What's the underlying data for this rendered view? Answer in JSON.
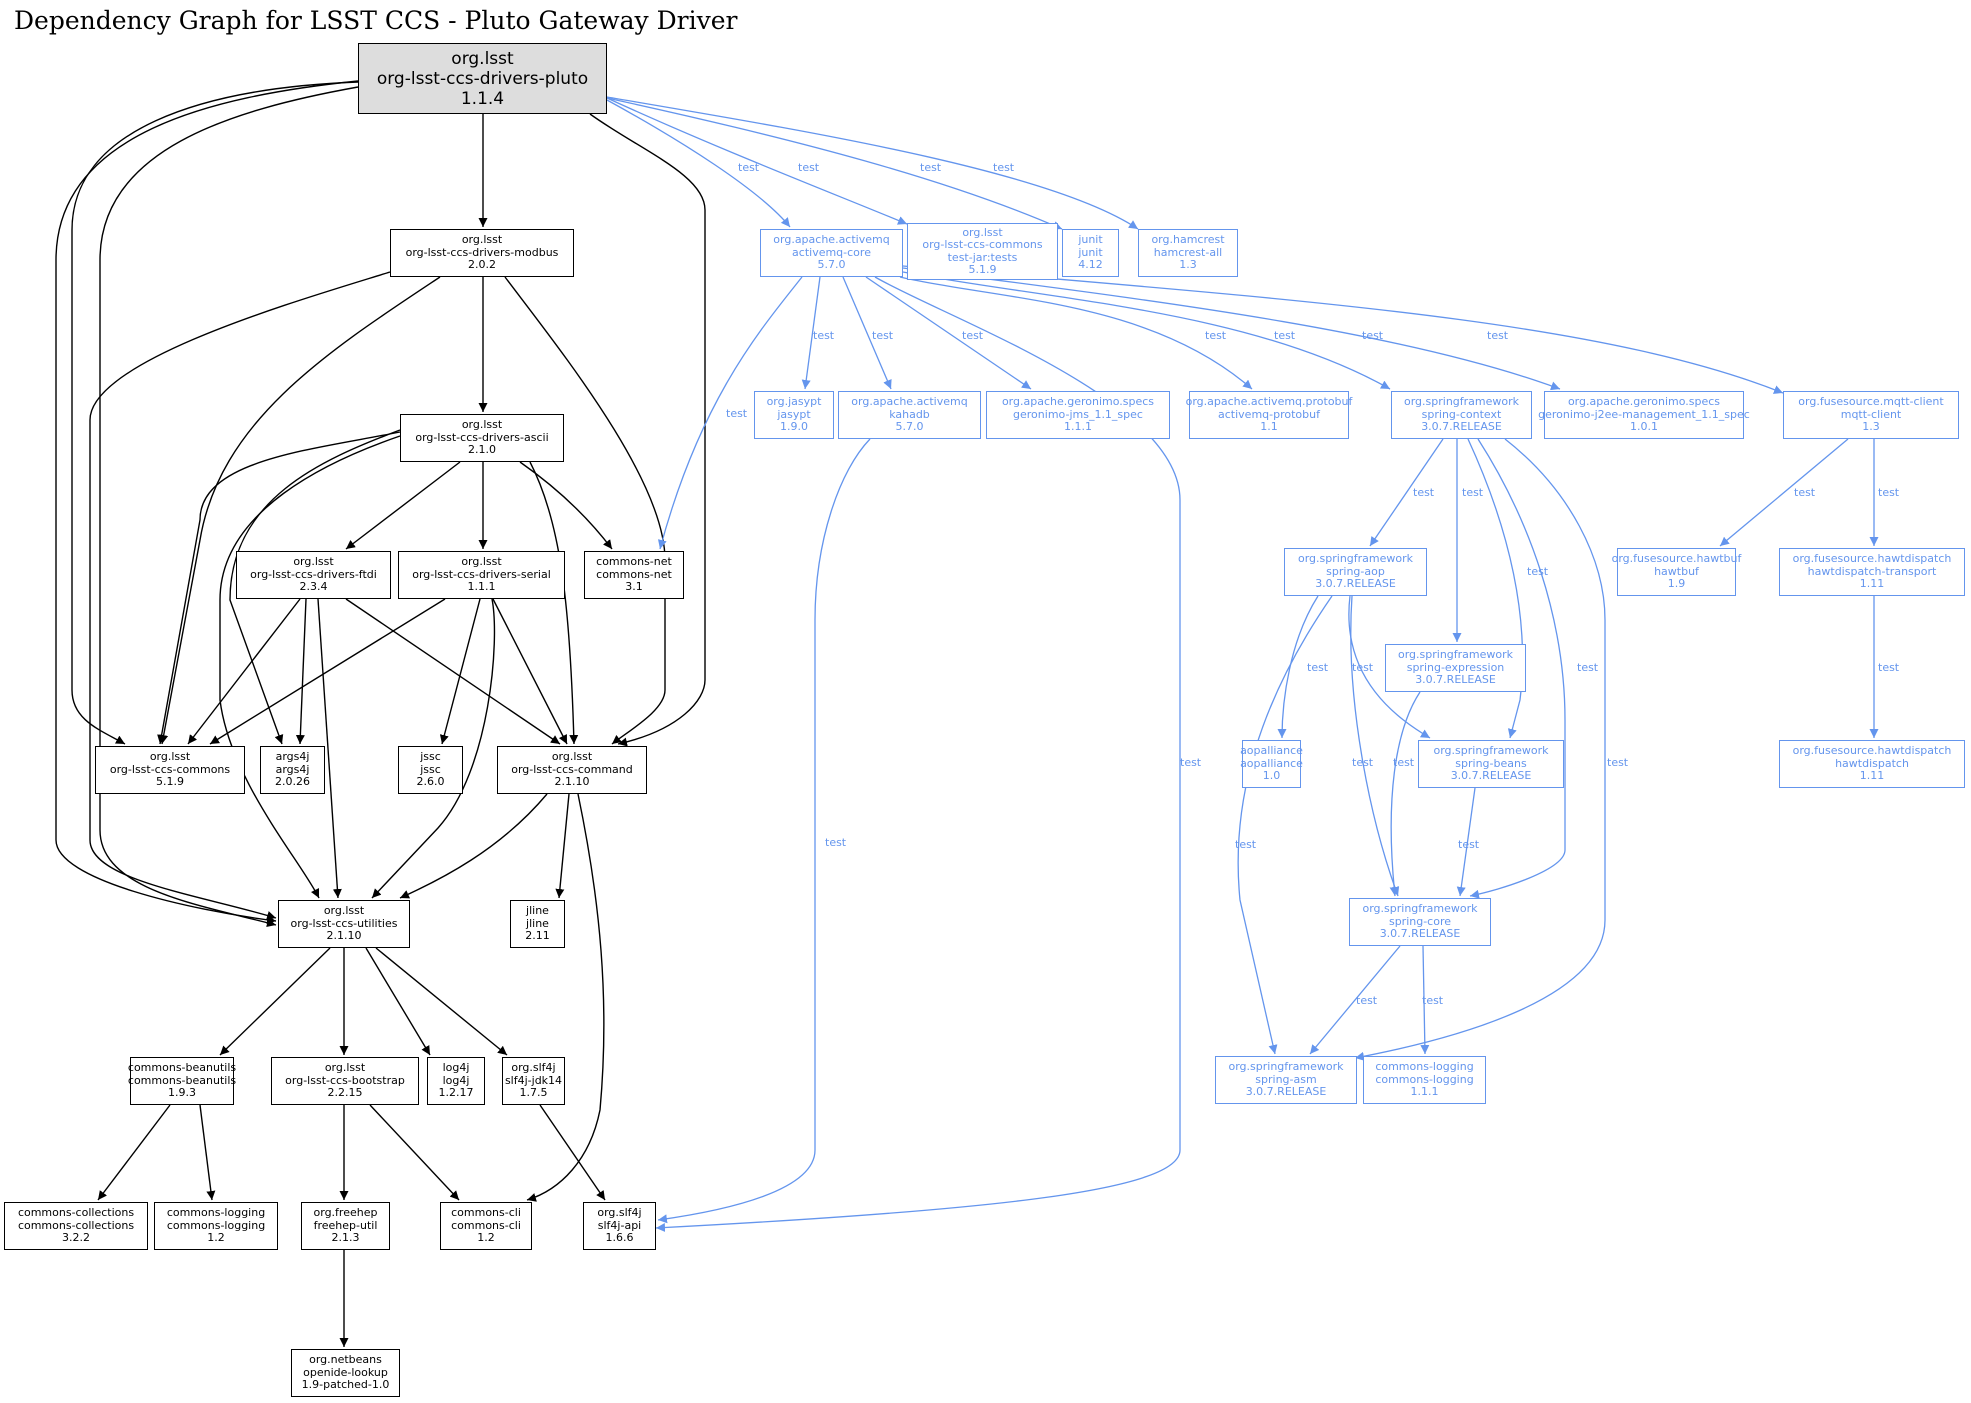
{
  "title": "Dependency Graph for LSST CCS - Pluto Gateway Driver",
  "colors": {
    "compile_edge": "#000000",
    "test_edge": "#6495ed",
    "root_fill": "#dddddd",
    "node_fill": "#ffffff"
  },
  "nodes": [
    {
      "id": "pluto",
      "group": "org.lsst",
      "artifact": "org-lsst-ccs-drivers-pluto",
      "version": "1.1.4",
      "scope": "root"
    },
    {
      "id": "modbus",
      "group": "org.lsst",
      "artifact": "org-lsst-ccs-drivers-modbus",
      "version": "2.0.2",
      "scope": "compile"
    },
    {
      "id": "ascii",
      "group": "org.lsst",
      "artifact": "org-lsst-ccs-drivers-ascii",
      "version": "2.1.0",
      "scope": "compile"
    },
    {
      "id": "ftdi",
      "group": "org.lsst",
      "artifact": "org-lsst-ccs-drivers-ftdi",
      "version": "2.3.4",
      "scope": "compile"
    },
    {
      "id": "serial",
      "group": "org.lsst",
      "artifact": "org-lsst-ccs-drivers-serial",
      "version": "1.1.1",
      "scope": "compile"
    },
    {
      "id": "commonsnet",
      "group": "commons-net",
      "artifact": "commons-net",
      "version": "3.1",
      "scope": "compile"
    },
    {
      "id": "ccscommons",
      "group": "org.lsst",
      "artifact": "org-lsst-ccs-commons",
      "version": "5.1.9",
      "scope": "compile"
    },
    {
      "id": "args4j",
      "group": "args4j",
      "artifact": "args4j",
      "version": "2.0.26",
      "scope": "compile"
    },
    {
      "id": "jssc",
      "group": "jssc",
      "artifact": "jssc",
      "version": "2.6.0",
      "scope": "compile"
    },
    {
      "id": "command",
      "group": "org.lsst",
      "artifact": "org-lsst-ccs-command",
      "version": "2.1.10",
      "scope": "compile"
    },
    {
      "id": "utilities",
      "group": "org.lsst",
      "artifact": "org-lsst-ccs-utilities",
      "version": "2.1.10",
      "scope": "compile"
    },
    {
      "id": "jline",
      "group": "jline",
      "artifact": "jline",
      "version": "2.11",
      "scope": "compile"
    },
    {
      "id": "beanutils",
      "group": "commons-beanutils",
      "artifact": "commons-beanutils",
      "version": "1.9.3",
      "scope": "compile"
    },
    {
      "id": "bootstrap",
      "group": "org.lsst",
      "artifact": "org-lsst-ccs-bootstrap",
      "version": "2.2.15",
      "scope": "compile"
    },
    {
      "id": "log4j",
      "group": "log4j",
      "artifact": "log4j",
      "version": "1.2.17",
      "scope": "compile"
    },
    {
      "id": "jdk14",
      "group": "org.slf4j",
      "artifact": "slf4j-jdk14",
      "version": "1.7.5",
      "scope": "compile"
    },
    {
      "id": "collections",
      "group": "commons-collections",
      "artifact": "commons-collections",
      "version": "3.2.2",
      "scope": "compile"
    },
    {
      "id": "logging12",
      "group": "commons-logging",
      "artifact": "commons-logging",
      "version": "1.2",
      "scope": "compile"
    },
    {
      "id": "freehep",
      "group": "org.freehep",
      "artifact": "freehep-util",
      "version": "2.1.3",
      "scope": "compile"
    },
    {
      "id": "cli",
      "group": "commons-cli",
      "artifact": "commons-cli",
      "version": "1.2",
      "scope": "compile"
    },
    {
      "id": "slf4japi",
      "group": "org.slf4j",
      "artifact": "slf4j-api",
      "version": "1.6.6",
      "scope": "compile"
    },
    {
      "id": "lookup",
      "group": "org.netbeans",
      "artifact": "openide-lookup",
      "version": "1.9-patched-1.0",
      "scope": "compile"
    },
    {
      "id": "amqcore",
      "group": "org.apache.activemq",
      "artifact": "activemq-core",
      "version": "5.7.0",
      "scope": "test"
    },
    {
      "id": "commonstests",
      "group": "org.lsst",
      "artifact": "org-lsst-ccs-commons",
      "classifier": "test-jar:tests",
      "version": "5.1.9",
      "scope": "test"
    },
    {
      "id": "junit",
      "group": "junit",
      "artifact": "junit",
      "version": "4.12",
      "scope": "test"
    },
    {
      "id": "hamcrest",
      "group": "org.hamcrest",
      "artifact": "hamcrest-all",
      "version": "1.3",
      "scope": "test"
    },
    {
      "id": "jasypt",
      "group": "org.jasypt",
      "artifact": "jasypt",
      "version": "1.9.0",
      "scope": "test"
    },
    {
      "id": "kahadb",
      "group": "org.apache.activemq",
      "artifact": "kahadb",
      "version": "5.7.0",
      "scope": "test"
    },
    {
      "id": "jms",
      "group": "org.apache.geronimo.specs",
      "artifact": "geronimo-jms_1.1_spec",
      "version": "1.1.1",
      "scope": "test"
    },
    {
      "id": "protobuf",
      "group": "org.apache.activemq.protobuf",
      "artifact": "activemq-protobuf",
      "version": "1.1",
      "scope": "test"
    },
    {
      "id": "springctx",
      "group": "org.springframework",
      "artifact": "spring-context",
      "version": "3.0.7.RELEASE",
      "scope": "test"
    },
    {
      "id": "j2ee",
      "group": "org.apache.geronimo.specs",
      "artifact": "geronimo-j2ee-management_1.1_spec",
      "version": "1.0.1",
      "scope": "test"
    },
    {
      "id": "mqtt",
      "group": "org.fusesource.mqtt-client",
      "artifact": "mqtt-client",
      "version": "1.3",
      "scope": "test"
    },
    {
      "id": "springaop",
      "group": "org.springframework",
      "artifact": "spring-aop",
      "version": "3.0.7.RELEASE",
      "scope": "test"
    },
    {
      "id": "hawtbuf",
      "group": "org.fusesource.hawtbuf",
      "artifact": "hawtbuf",
      "version": "1.9",
      "scope": "test"
    },
    {
      "id": "hdtransport",
      "group": "org.fusesource.hawtdispatch",
      "artifact": "hawtdispatch-transport",
      "version": "1.11",
      "scope": "test"
    },
    {
      "id": "springexpr",
      "group": "org.springframework",
      "artifact": "spring-expression",
      "version": "3.0.7.RELEASE",
      "scope": "test"
    },
    {
      "id": "aopalliance",
      "group": "aopalliance",
      "artifact": "aopalliance",
      "version": "1.0",
      "scope": "test"
    },
    {
      "id": "springbeans",
      "group": "org.springframework",
      "artifact": "spring-beans",
      "version": "3.0.7.RELEASE",
      "scope": "test"
    },
    {
      "id": "hawtdispatch",
      "group": "org.fusesource.hawtdispatch",
      "artifact": "hawtdispatch",
      "version": "1.11",
      "scope": "test"
    },
    {
      "id": "springcore",
      "group": "org.springframework",
      "artifact": "spring-core",
      "version": "3.0.7.RELEASE",
      "scope": "test"
    },
    {
      "id": "springasm",
      "group": "org.springframework",
      "artifact": "spring-asm",
      "version": "3.0.7.RELEASE",
      "scope": "test"
    },
    {
      "id": "logging111",
      "group": "commons-logging",
      "artifact": "commons-logging",
      "version": "1.1.1",
      "scope": "test"
    }
  ],
  "edges": [
    {
      "from": "pluto",
      "to": "modbus",
      "scope": "compile"
    },
    {
      "from": "pluto",
      "to": "ccscommons",
      "scope": "compile"
    },
    {
      "from": "pluto",
      "to": "utilities",
      "scope": "compile"
    },
    {
      "from": "pluto",
      "to": "utilities",
      "scope": "compile"
    },
    {
      "from": "pluto",
      "to": "command",
      "scope": "compile"
    },
    {
      "from": "pluto",
      "to": "amqcore",
      "scope": "test",
      "label": "test"
    },
    {
      "from": "pluto",
      "to": "commonstests",
      "scope": "test",
      "label": "test"
    },
    {
      "from": "pluto",
      "to": "junit",
      "scope": "test",
      "label": "test"
    },
    {
      "from": "pluto",
      "to": "hamcrest",
      "scope": "test",
      "label": "test"
    },
    {
      "from": "modbus",
      "to": "ascii",
      "scope": "compile"
    },
    {
      "from": "modbus",
      "to": "ccscommons",
      "scope": "compile"
    },
    {
      "from": "modbus",
      "to": "utilities",
      "scope": "compile"
    },
    {
      "from": "modbus",
      "to": "command",
      "scope": "compile"
    },
    {
      "from": "ascii",
      "to": "ftdi",
      "scope": "compile"
    },
    {
      "from": "ascii",
      "to": "serial",
      "scope": "compile"
    },
    {
      "from": "ascii",
      "to": "commonsnet",
      "scope": "compile"
    },
    {
      "from": "ascii",
      "to": "ccscommons",
      "scope": "compile"
    },
    {
      "from": "ascii",
      "to": "args4j",
      "scope": "compile"
    },
    {
      "from": "ascii",
      "to": "utilities",
      "scope": "compile"
    },
    {
      "from": "ascii",
      "to": "command",
      "scope": "compile"
    },
    {
      "from": "ftdi",
      "to": "ccscommons",
      "scope": "compile"
    },
    {
      "from": "ftdi",
      "to": "args4j",
      "scope": "compile"
    },
    {
      "from": "ftdi",
      "to": "utilities",
      "scope": "compile"
    },
    {
      "from": "ftdi",
      "to": "command",
      "scope": "compile"
    },
    {
      "from": "serial",
      "to": "ccscommons",
      "scope": "compile"
    },
    {
      "from": "serial",
      "to": "jssc",
      "scope": "compile"
    },
    {
      "from": "serial",
      "to": "command",
      "scope": "compile"
    },
    {
      "from": "serial",
      "to": "utilities",
      "scope": "compile"
    },
    {
      "from": "command",
      "to": "utilities",
      "scope": "compile"
    },
    {
      "from": "command",
      "to": "jline",
      "scope": "compile"
    },
    {
      "from": "command",
      "to": "cli",
      "scope": "compile"
    },
    {
      "from": "utilities",
      "to": "beanutils",
      "scope": "compile"
    },
    {
      "from": "utilities",
      "to": "bootstrap",
      "scope": "compile"
    },
    {
      "from": "utilities",
      "to": "log4j",
      "scope": "compile"
    },
    {
      "from": "utilities",
      "to": "jdk14",
      "scope": "compile"
    },
    {
      "from": "beanutils",
      "to": "collections",
      "scope": "compile"
    },
    {
      "from": "beanutils",
      "to": "logging12",
      "scope": "compile"
    },
    {
      "from": "bootstrap",
      "to": "freehep",
      "scope": "compile"
    },
    {
      "from": "bootstrap",
      "to": "cli",
      "scope": "compile"
    },
    {
      "from": "jdk14",
      "to": "slf4japi",
      "scope": "compile"
    },
    {
      "from": "freehep",
      "to": "lookup",
      "scope": "compile"
    },
    {
      "from": "amqcore",
      "to": "commonsnet",
      "scope": "test",
      "label": "test"
    },
    {
      "from": "amqcore",
      "to": "jasypt",
      "scope": "test",
      "label": "test"
    },
    {
      "from": "amqcore",
      "to": "kahadb",
      "scope": "test",
      "label": "test"
    },
    {
      "from": "amqcore",
      "to": "jms",
      "scope": "test",
      "label": "test"
    },
    {
      "from": "amqcore",
      "to": "slf4japi",
      "scope": "test",
      "label": "test"
    },
    {
      "from": "amqcore",
      "to": "protobuf",
      "scope": "test",
      "label": "test"
    },
    {
      "from": "amqcore",
      "to": "springctx",
      "scope": "test",
      "label": "test"
    },
    {
      "from": "amqcore",
      "to": "j2ee",
      "scope": "test",
      "label": "test"
    },
    {
      "from": "amqcore",
      "to": "mqtt",
      "scope": "test",
      "label": "test"
    },
    {
      "from": "kahadb",
      "to": "slf4japi",
      "scope": "test",
      "label": "test"
    },
    {
      "from": "springctx",
      "to": "springaop",
      "scope": "test",
      "label": "test"
    },
    {
      "from": "springctx",
      "to": "springexpr",
      "scope": "test",
      "label": "test"
    },
    {
      "from": "springctx",
      "to": "springbeans",
      "scope": "test",
      "label": "test"
    },
    {
      "from": "springctx",
      "to": "springcore",
      "scope": "test",
      "label": "test"
    },
    {
      "from": "springctx",
      "to": "springasm",
      "scope": "test",
      "label": "test"
    },
    {
      "from": "mqtt",
      "to": "hawtbuf",
      "scope": "test",
      "label": "test"
    },
    {
      "from": "mqtt",
      "to": "hdtransport",
      "scope": "test",
      "label": "test"
    },
    {
      "from": "hdtransport",
      "to": "hawtdispatch",
      "scope": "test",
      "label": "test"
    },
    {
      "from": "springaop",
      "to": "aopalliance",
      "scope": "test",
      "label": "test"
    },
    {
      "from": "springaop",
      "to": "springbeans",
      "scope": "test",
      "label": "test"
    },
    {
      "from": "springaop",
      "to": "springcore",
      "scope": "test",
      "label": "test"
    },
    {
      "from": "springaop",
      "to": "springasm",
      "scope": "test",
      "label": "test"
    },
    {
      "from": "springexpr",
      "to": "springcore",
      "scope": "test",
      "label": "test"
    },
    {
      "from": "springbeans",
      "to": "springcore",
      "scope": "test",
      "label": "test"
    },
    {
      "from": "springcore",
      "to": "springasm",
      "scope": "test",
      "label": "test"
    },
    {
      "from": "springcore",
      "to": "logging111",
      "scope": "test",
      "label": "test"
    }
  ]
}
